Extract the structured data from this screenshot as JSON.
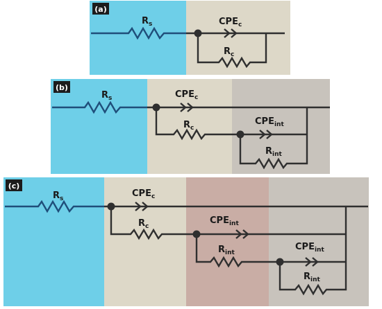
{
  "panels": [
    {
      "tag": "(a)",
      "labels": {
        "rs": "R",
        "rs_sub": "s",
        "cpe_c": "CPE",
        "cpe_c_sub": "c",
        "rc": "R",
        "rc_sub": "c"
      }
    },
    {
      "tag": "(b)",
      "labels": {
        "rs": "R",
        "rs_sub": "s",
        "cpe_c": "CPE",
        "cpe_c_sub": "c",
        "rc": "R",
        "rc_sub": "c",
        "cpe_int": "CPE",
        "cpe_int_sub": "int",
        "rint": "R",
        "rint_sub": "int"
      }
    },
    {
      "tag": "(c)",
      "labels": {
        "rs": "R",
        "rs_sub": "s",
        "cpe_c": "CPE",
        "cpe_c_sub": "c",
        "rc": "R",
        "rc_sub": "c",
        "cpe_int1": "CPE",
        "cpe_int1_sub": "int",
        "rint1": "R",
        "rint1_sub": "int",
        "cpe_int2": "CPE",
        "cpe_int2_sub": "int",
        "rint2": "R",
        "rint2_sub": "int"
      }
    }
  ],
  "colors": {
    "solution": "#6ecfe8",
    "coating": "#ddd8c8",
    "interface": "#c9ada5",
    "substrate": "#c8c3bc",
    "tag_bg": "#1c1c1c"
  }
}
